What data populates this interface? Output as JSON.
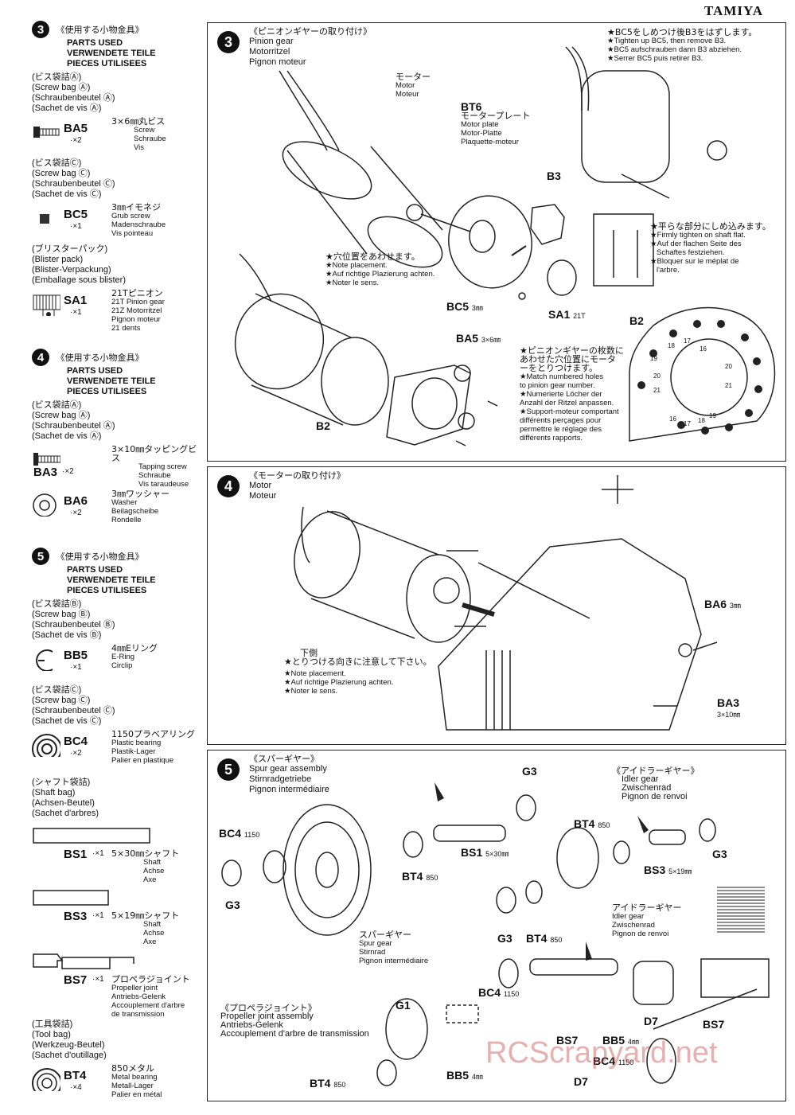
{
  "brand": "TAMIYA",
  "watermark": "RCScrapyard.net",
  "sidebar": {
    "s3": {
      "num": "3",
      "jp": "《使用する小物金具》",
      "en": "PARTS USED",
      "de": "VERWENDETE TEILE",
      "fr": "PIECES UTILISEES",
      "bagA": [
        "(ビス袋詰Ⓐ)",
        "(Screw bag Ⓐ)",
        "(Schraubenbeutel Ⓐ)",
        "(Sachet de vis Ⓐ)"
      ],
      "ba5": {
        "jp": "3×6㎜丸ビス",
        "code": "BA5",
        "qty": "·×2",
        "desc": [
          "Screw",
          "Schraube",
          "Vis"
        ]
      },
      "bagC": [
        "(ビス袋詰Ⓒ)",
        "(Screw bag Ⓒ)",
        "(Schraubenbeutel Ⓒ)",
        "(Sachet de vis Ⓒ)"
      ],
      "bc5": {
        "jp": "3㎜イモネジ",
        "code": "BC5",
        "qty": "·×1",
        "desc": [
          "Grub screw",
          "Madenschraube",
          "Vis pointeau"
        ]
      },
      "blister": [
        "(ブリスターパック)",
        "(Blister pack)",
        "(Blister-Verpackung)",
        "(Emballage sous blister)"
      ],
      "sa1": {
        "jp": "21Tピニオン",
        "code": "SA1",
        "qty": "·×1",
        "desc": [
          "21T Pinion gear",
          "21Z Motorritzel",
          "Pignon moteur",
          "21 dents"
        ]
      }
    },
    "s4": {
      "num": "4",
      "jp": "《使用する小物金具》",
      "en": "PARTS USED",
      "de": "VERWENDETE TEILE",
      "fr": "PIECES UTILISEES",
      "bagA": [
        "(ビス袋詰Ⓐ)",
        "(Screw bag Ⓐ)",
        "(Schraubenbeutel Ⓐ)",
        "(Sachet de vis Ⓐ)"
      ],
      "ba3": {
        "jp": "3×10㎜タッピングビス",
        "code": "BA3",
        "qty": "·×2",
        "desc": [
          "Tapping screw",
          "Schraube",
          "Vis taraudeuse"
        ]
      },
      "ba6": {
        "jp": "3㎜ワッシャー",
        "code": "BA6",
        "qty": "·×2",
        "desc": [
          "Washer",
          "Beilagscheibe",
          "Rondelle"
        ]
      }
    },
    "s5": {
      "num": "5",
      "jp": "《使用する小物金具》",
      "en": "PARTS USED",
      "de": "VERWENDETE TEILE",
      "fr": "PIECES UTILISEES",
      "bagB": [
        "(ビス袋詰Ⓑ)",
        "(Screw bag Ⓑ)",
        "(Schraubenbeutel Ⓑ)",
        "(Sachet de vis Ⓑ)"
      ],
      "bb5": {
        "jp": "4㎜Eリング",
        "code": "BB5",
        "qty": "·×1",
        "desc": [
          "E-Ring",
          "Circlip"
        ]
      },
      "bagC": [
        "(ビス袋詰Ⓒ)",
        "(Screw bag Ⓒ)",
        "(Schraubenbeutel Ⓒ)",
        "(Sachet de vis Ⓒ)"
      ],
      "bc4": {
        "jp": "1150プラベアリング",
        "code": "BC4",
        "qty": "·×2",
        "desc": [
          "Plastic bearing",
          "Plastik-Lager",
          "Palier en plastique"
        ]
      },
      "shaftbag": [
        "(シャフト袋詰)",
        "(Shaft bag)",
        "(Achsen-Beutel)",
        "(Sachet d'arbres)"
      ],
      "bs1": {
        "code": "BS1",
        "qty": "·×1",
        "jp": "5×30㎜シャフト",
        "desc": [
          "Shaft",
          "Achse",
          "Axe"
        ]
      },
      "bs3": {
        "code": "BS3",
        "qty": "·×1",
        "jp": "5×19㎜シャフト",
        "desc": [
          "Shaft",
          "Achse",
          "Axe"
        ]
      },
      "bs7": {
        "code": "BS7",
        "qty": "·×1",
        "jp": "プロペラジョイント",
        "desc": [
          "Propeller joint",
          "Antriebs-Gelenk",
          "Accouplement d'arbre",
          "de transmission"
        ]
      },
      "toolbag": [
        "(工具袋詰)",
        "(Tool bag)",
        "(Werkzeug-Beutel)",
        "(Sachet d'outillage)"
      ],
      "bt4": {
        "jp": "850メタル",
        "code": "BT4",
        "qty": "·×4",
        "desc": [
          "Metal bearing",
          "Metall-Lager",
          "Palier en métal"
        ]
      }
    }
  },
  "panel3": {
    "num": "3",
    "title": [
      "《ピニオンギヤーの取り付け》",
      "Pinion gear",
      "Motorritzel",
      "Pignon moteur"
    ],
    "motor": [
      "モーター",
      "Motor",
      "Moteur"
    ],
    "bt6": {
      "code": "BT6",
      "lines": [
        "モータープレート",
        "Motor plate",
        "Motor-Platte",
        "Plaquette-moteur"
      ]
    },
    "b3": "B3",
    "note_place": [
      "★穴位置をあわせます。",
      "★Note placement.",
      "★Auf richtige Plazierung achten.",
      "★Noter le sens."
    ],
    "bc5": "BC5",
    "bc5_size": "3㎜",
    "sa1": "SA1",
    "sa1_size": "21T",
    "ba5": "BA5",
    "ba5_size": "3×6㎜",
    "b2": "B2",
    "tighten": [
      "★BC5をしめつけ後B3をはずします。",
      "★Tighten up BC5, then remove B3.",
      "★BC5 aufschrauben dann B3 abziehen.",
      "★Serrer BC5 puis retirer B3."
    ],
    "flat": [
      "★平らな部分にしめ込みます。",
      "★Firmly tighten on shaft flat.",
      "★Auf der flachen Seite des",
      "Schaftes festziehen.",
      "★Bloquer sur le méplat de",
      "l'arbre."
    ],
    "b2_label": "B2",
    "match": [
      "★ピニオンギヤーの枚数に",
      "あわせた穴位置にモータ",
      "ーをとりつけます。",
      "★Match numbered holes",
      "to pinion gear number.",
      "★Numerierte Löcher der",
      "Anzahl der Ritzel anpassen.",
      "★Support-moteur comportant",
      "différents perçages pour",
      "permettre le réglage des",
      "différents rapports."
    ],
    "holes": [
      "18",
      "17",
      "16",
      "19",
      "20",
      "21",
      "21",
      "20",
      "19",
      "16",
      "17",
      "18"
    ]
  },
  "panel4": {
    "num": "4",
    "title": [
      "《モーターの取り付け》",
      "Motor",
      "Moteur"
    ],
    "ba6": "BA6",
    "ba6_size": "3㎜",
    "ba3": "BA3",
    "ba3_size": "3×10㎜",
    "note": [
      "下側",
      "★とりつける向きに注意して下さい。",
      "★Note placement.",
      "★Auf richtige Plazierung achten.",
      "★Noter le sens."
    ]
  },
  "panel5": {
    "num": "5",
    "title": [
      "《スパーギヤー》",
      "Spur gear assembly",
      "Stirnradgetriebe",
      "Pignon intermédiaire"
    ],
    "idler_title": [
      "《アイドラーギヤー》",
      "Idler gear",
      "Zwischenrad",
      "Pignon de renvoi"
    ],
    "g3_top": "G3",
    "bc4_left": "BC4",
    "bc4_left_size": "1150",
    "g3_left": "G3",
    "bt4_mid": "BT4",
    "bt4_mid_size": "850",
    "bs1": "BS1",
    "bs1_size": "5×30㎜",
    "spur": [
      "スパーギヤー",
      "Spur gear",
      "Stirnrad",
      "Pignon intermédiaire"
    ],
    "bt4_right": "BT4",
    "bt4_right_size": "850",
    "bs3": "BS3",
    "bs3_size": "5×19㎜",
    "g3_right": "G3",
    "idler": [
      "アイドラーギヤー",
      "Idler gear",
      "Zwischenrad",
      "Pignon de renvoi"
    ],
    "g3_bottom": "G3",
    "bt4_bottom": "BT4",
    "bt4_bottom_size": "850",
    "prop_title": [
      "《プロペラジョイント》",
      "Propeller joint assembly",
      "Antriebs-Gelenk",
      "Accouplement d'arbre de transmission"
    ],
    "g1": "G1",
    "bc4_prop": "BC4",
    "bc4_prop_size": "1150",
    "d7": "D7",
    "bs7": "BS7",
    "bb5": "BB5",
    "bb5_size": "4㎜",
    "bs7_r": "BS7",
    "bc4_r": "BC4",
    "bc4_r_size": "1150",
    "d7_r": "D7",
    "bt4_prop": "BT4",
    "bt4_prop_size": "850",
    "bb5_prop": "BB5",
    "bb5_prop_size": "4㎜"
  }
}
